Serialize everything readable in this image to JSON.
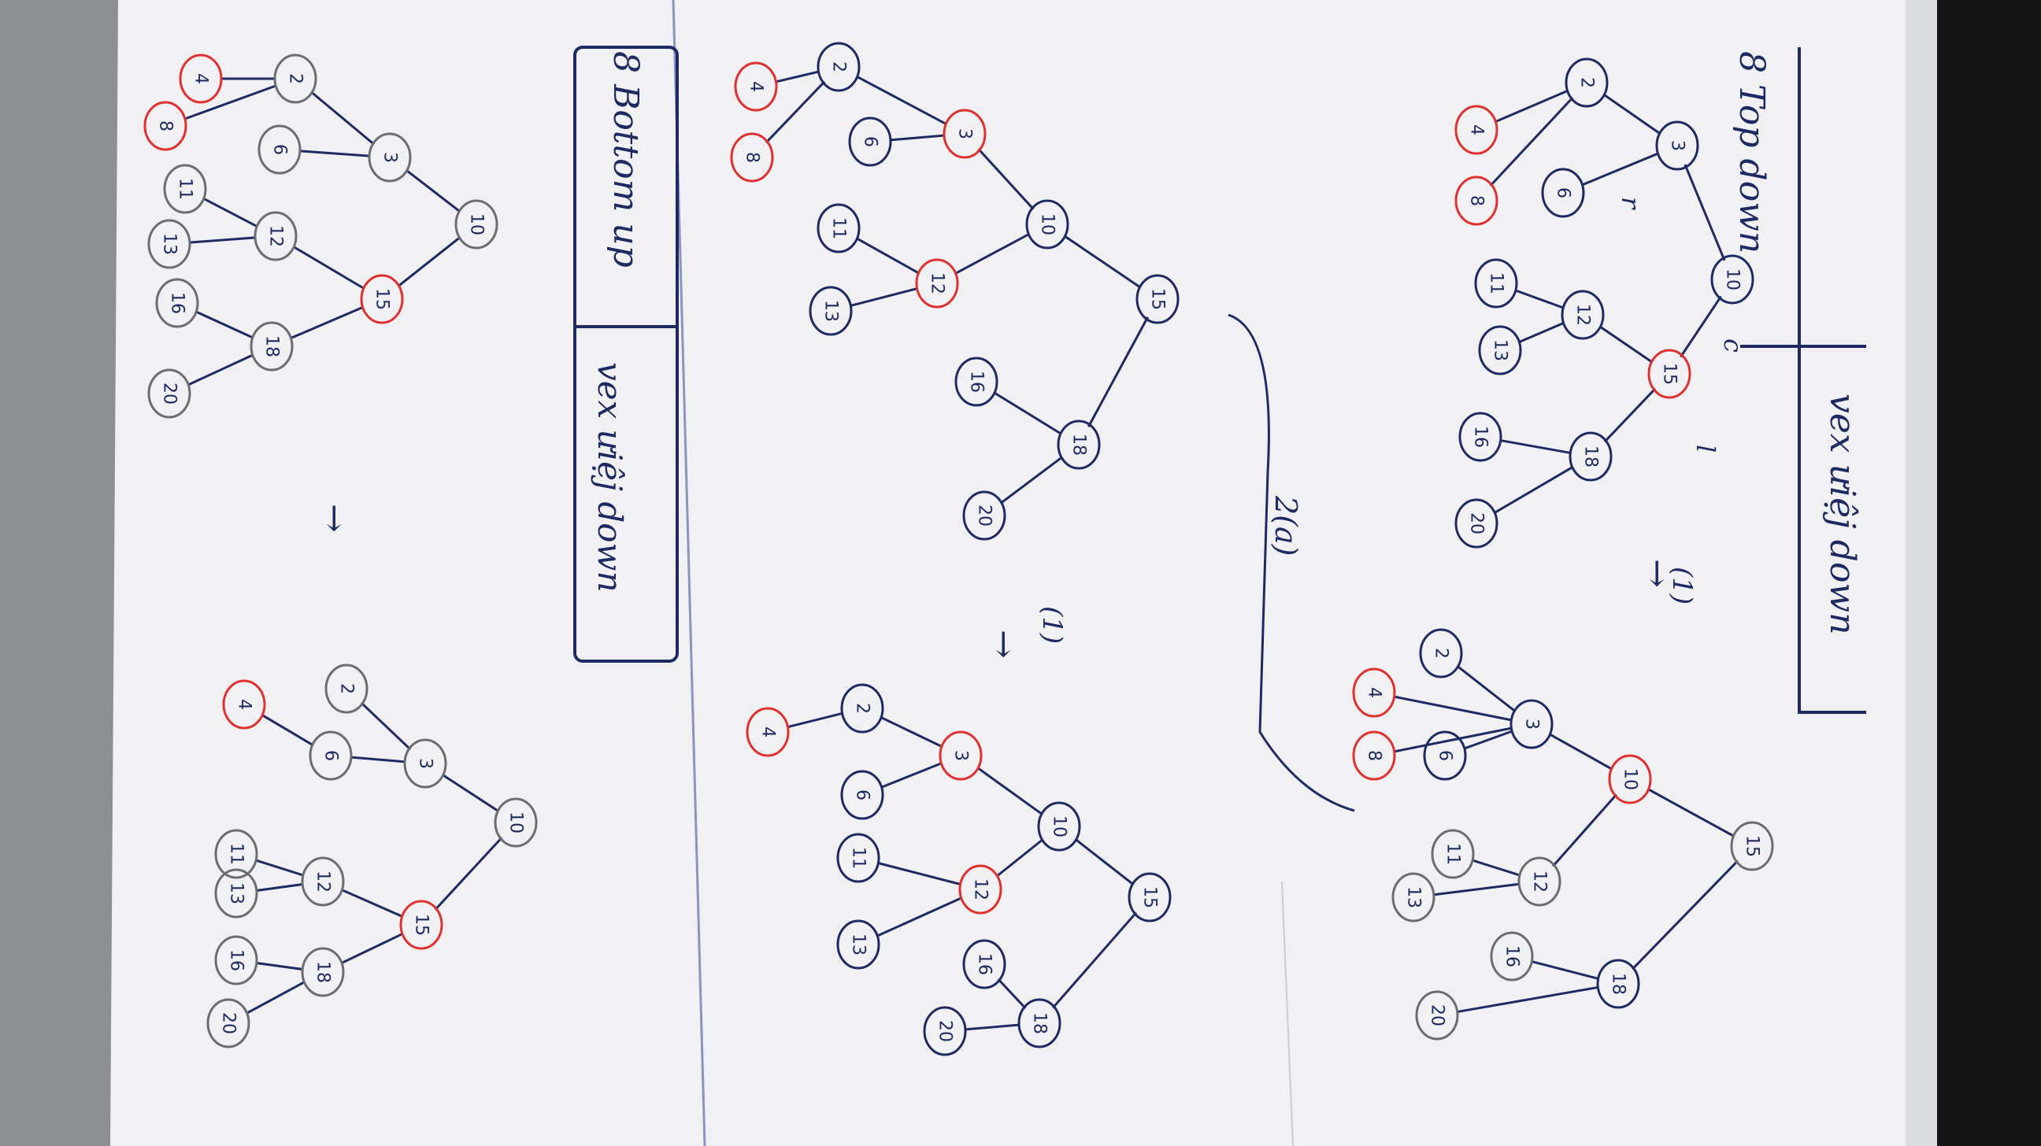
{
  "colors": {
    "paper": "#f1f1f3",
    "edge_page": "#dcdde0",
    "desk": "#8d8f92",
    "dark_right": "#141414",
    "ink": "#1f2a63",
    "ink_blue": "#3541a8",
    "ink_red": "#e03030",
    "pencil": "#6a6d72",
    "pencil_faint": "#a9acb1"
  },
  "labels": {
    "top_down": "8 Top down",
    "vex_vej_down_1": "vex ưiệj down",
    "bottom_up": "8 Bottom up",
    "vex_vej_down_2": "vex ưiệj down",
    "step_1a": "(1)",
    "step_1b": "(1)",
    "step_2a": "2(a)",
    "mark_r": "r",
    "mark_c": "c",
    "mark_l": "l",
    "arrow": "→"
  },
  "trees": [
    {
      "name": "top-down-original",
      "nodes": [
        "10",
        "3",
        "15",
        "2",
        "6",
        "4",
        "8",
        "12",
        "18",
        "11",
        "13",
        "16",
        "20"
      ]
    },
    {
      "name": "top-down-step-1",
      "nodes": [
        "15",
        "10",
        "3",
        "18",
        "2",
        "6",
        "4",
        "8",
        "12",
        "11",
        "13",
        "16",
        "20"
      ]
    },
    {
      "name": "top-down-step-2a",
      "nodes": [
        "15",
        "10",
        "18",
        "3",
        "12",
        "16",
        "20",
        "2",
        "6",
        "11",
        "13",
        "4",
        "8"
      ]
    },
    {
      "name": "top-down-step-1b",
      "nodes": [
        "15",
        "10",
        "18",
        "3",
        "12",
        "16",
        "20",
        "2",
        "6",
        "11",
        "13",
        "4"
      ]
    },
    {
      "name": "bottom-up-original",
      "nodes": [
        "10",
        "3",
        "15",
        "2",
        "6",
        "12",
        "18",
        "4",
        "8",
        "11",
        "13",
        "16",
        "20"
      ]
    },
    {
      "name": "bottom-up-result",
      "nodes": [
        "10",
        "3",
        "15",
        "2",
        "6",
        "4",
        "12",
        "18",
        "11",
        "13",
        "16",
        "20"
      ]
    }
  ]
}
